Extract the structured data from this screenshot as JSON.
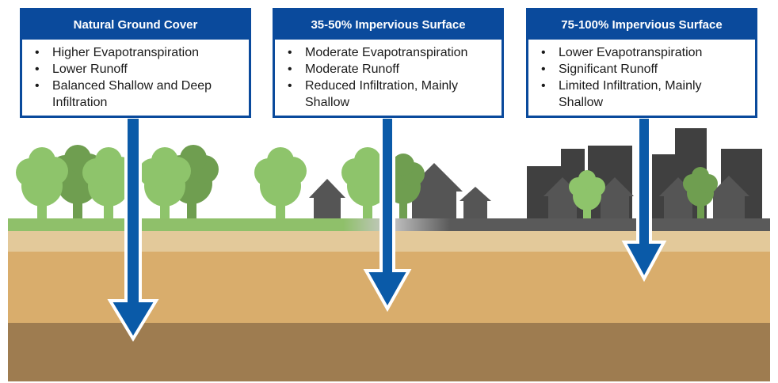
{
  "panels": [
    {
      "title": "Natural Ground Cover",
      "items": [
        "Higher Evapotranspiration",
        "Lower Runoff",
        "Balanced Shallow and Deep Infiltration"
      ]
    },
    {
      "title": "35-50% Impervious Surface",
      "items": [
        "Moderate Evapotranspiration",
        "Moderate Runoff",
        "Reduced Infiltration, Mainly Shallow"
      ]
    },
    {
      "title": "75-100% Impervious Surface",
      "items": [
        "Lower Evapotranspiration",
        "Significant Runoff",
        "Limited Infiltration, Mainly Shallow"
      ]
    }
  ],
  "colors": {
    "panel_blue": "#0a4a9c",
    "arrow_blue": "#0a5aa8",
    "grass": "#8fc06a",
    "tree_light": "#8ec46b",
    "tree_dark": "#6f9e50",
    "pavement": "#5a5a5a",
    "building": "#404040",
    "house": "#555555",
    "topsoil": "#e3c99a",
    "subsoil": "#d9ad6c",
    "deep_soil": "#9e7c50"
  }
}
